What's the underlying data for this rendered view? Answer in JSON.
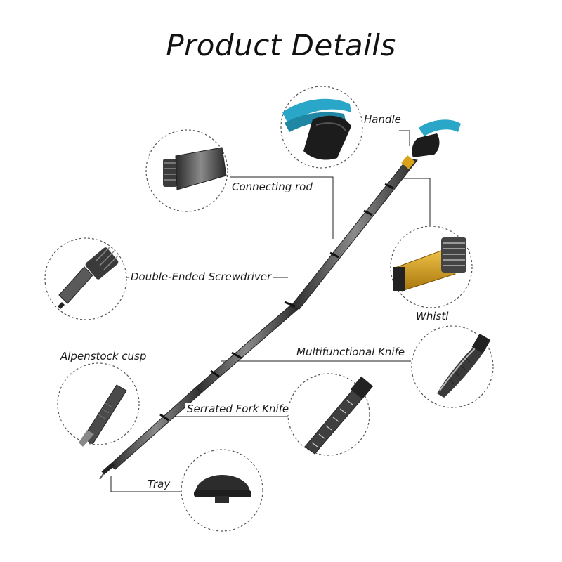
{
  "title": "Product Details",
  "labels": {
    "handle": "Handle",
    "connecting_rod": "Connecting rod",
    "screwdriver": "Double-Ended Screwdriver",
    "whistle": "Whistl",
    "knife": "Multifunctional Knife",
    "cusp": "Alpenstock cusp",
    "fork_knife": "Serrated Fork Knife",
    "tray": "Tray"
  },
  "colors": {
    "line": "#222222",
    "rod": "#4a4a4a",
    "rod_highlight": "#8a8a8a",
    "strap": "#2aa6c8",
    "handle_grip": "#1c1c1c",
    "gold": "#d9a21a",
    "circle_border": "#555555"
  }
}
